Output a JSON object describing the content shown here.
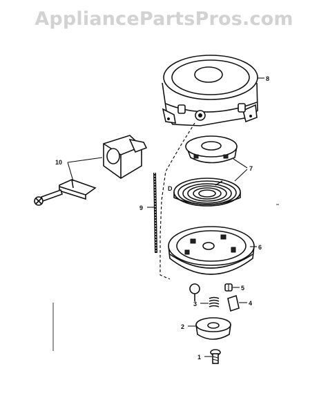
{
  "watermark": "AppliancePartsPros.com",
  "diagram": {
    "callouts": [
      {
        "id": "c8",
        "label": "8"
      },
      {
        "id": "c7",
        "label": "7"
      },
      {
        "id": "c10",
        "label": "10"
      },
      {
        "id": "c9",
        "label": "9"
      },
      {
        "id": "c6",
        "label": "6"
      },
      {
        "id": "c5",
        "label": "5"
      },
      {
        "id": "c3",
        "label": "3"
      },
      {
        "id": "c4",
        "label": "4"
      },
      {
        "id": "c2",
        "label": "2"
      },
      {
        "id": "c1",
        "label": "1"
      },
      {
        "id": "cD",
        "label": "D"
      }
    ]
  }
}
